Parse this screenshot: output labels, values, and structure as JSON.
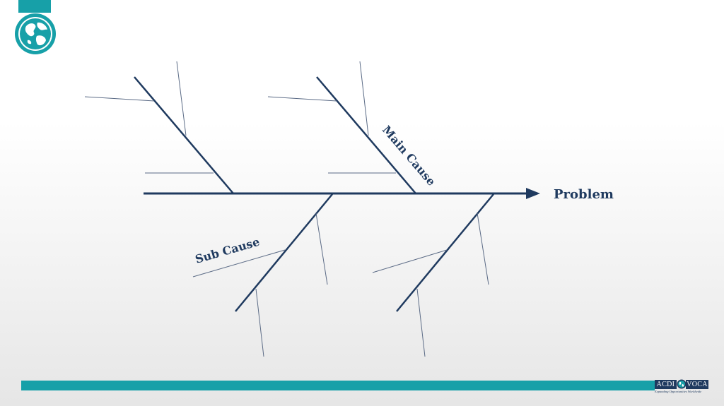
{
  "diagram": {
    "type": "fishbone",
    "problem_label": "Problem",
    "main_cause_label": "Main Cause",
    "sub_cause_label": "Sub Cause"
  },
  "branding": {
    "logo_left": "ACDI",
    "logo_right": "VOCA",
    "tagline": "Expanding Opportunities Worldwide",
    "accent_color": "#17a0a8",
    "line_color": "#1f3a5f"
  },
  "icons": {
    "header": "globe-icon",
    "footer": "globe-icon"
  }
}
